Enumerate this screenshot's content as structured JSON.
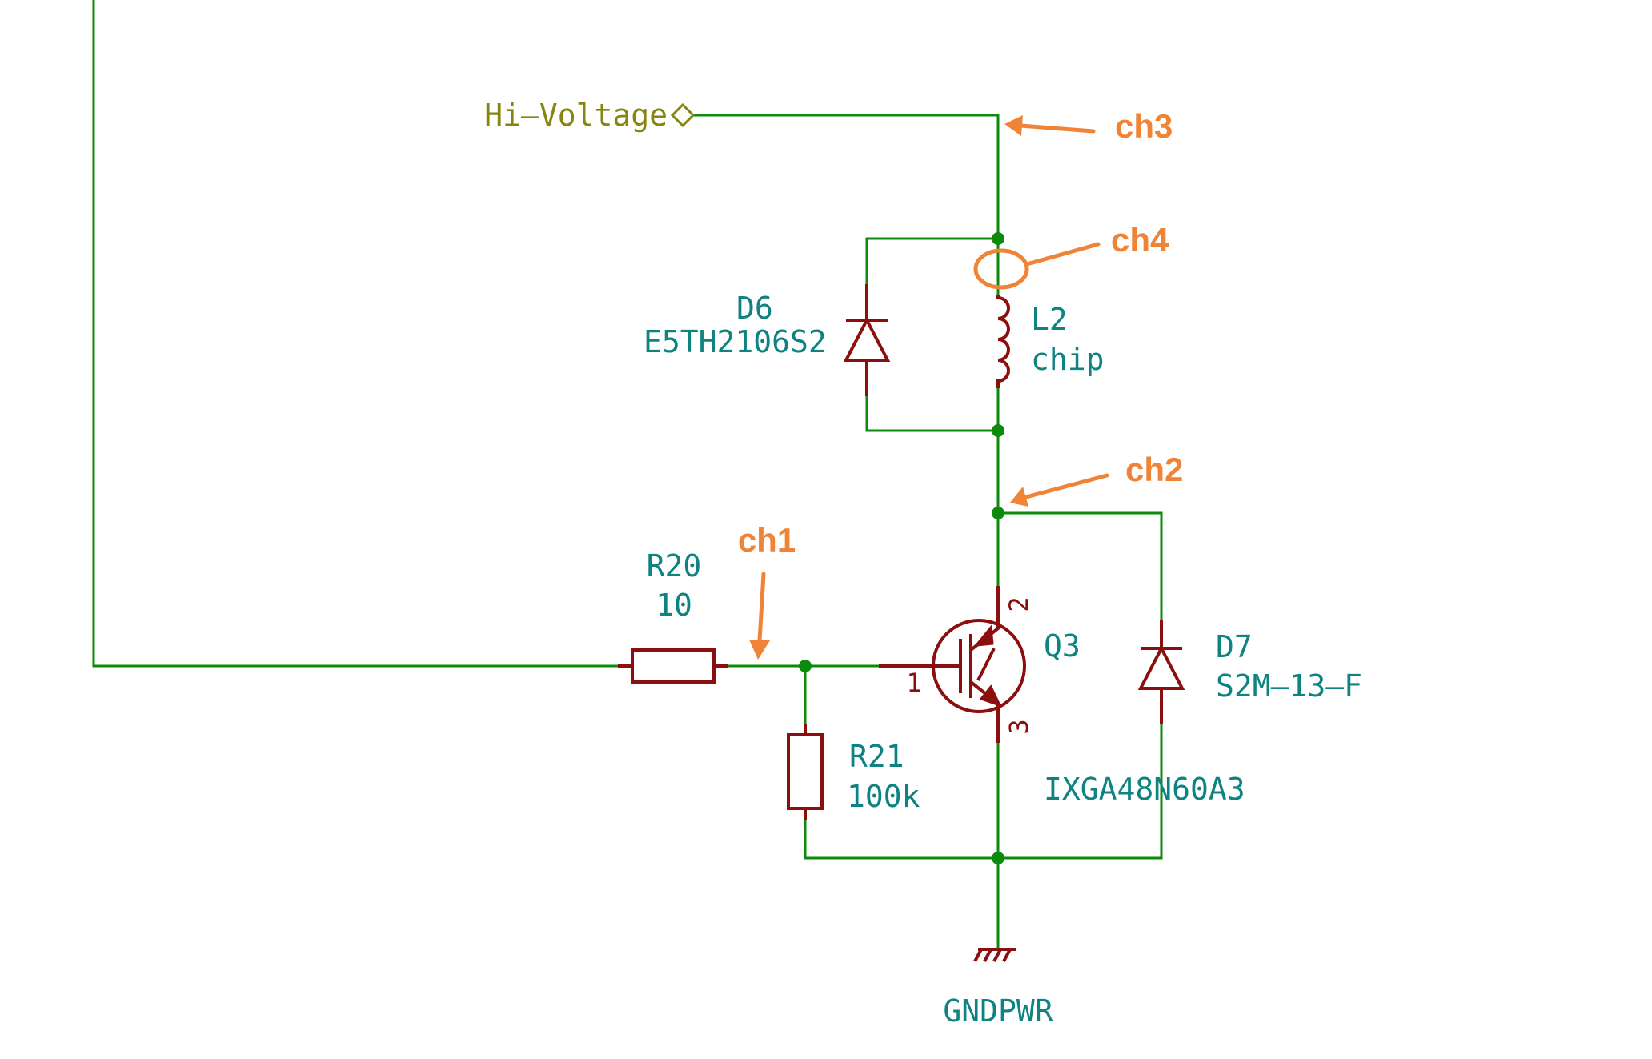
{
  "schematic": {
    "net_label": "Hi—Voltage",
    "components": {
      "d6": {
        "ref": "D6",
        "value": "E5TH2106S2"
      },
      "l2": {
        "ref": "L2",
        "value": "chip"
      },
      "d7": {
        "ref": "D7",
        "value": "S2M—13—F"
      },
      "r20": {
        "ref": "R20",
        "value": "10"
      },
      "r21": {
        "ref": "R21",
        "value": "100k"
      },
      "q3": {
        "ref": "Q3",
        "value": "IXGA48N60A3",
        "pin_gate": "1",
        "pin_collector": "2",
        "pin_emitter": "3"
      },
      "ground": {
        "label": "GNDPWR"
      }
    },
    "probes": {
      "ch1": "ch1",
      "ch2": "ch2",
      "ch3": "ch3",
      "ch4": "ch4"
    },
    "colors": {
      "wire": "#0b8a0b",
      "component": "#8b0f0f",
      "text": "#0f8282",
      "net_label": "#85850f",
      "probe": "#ef8436"
    }
  }
}
